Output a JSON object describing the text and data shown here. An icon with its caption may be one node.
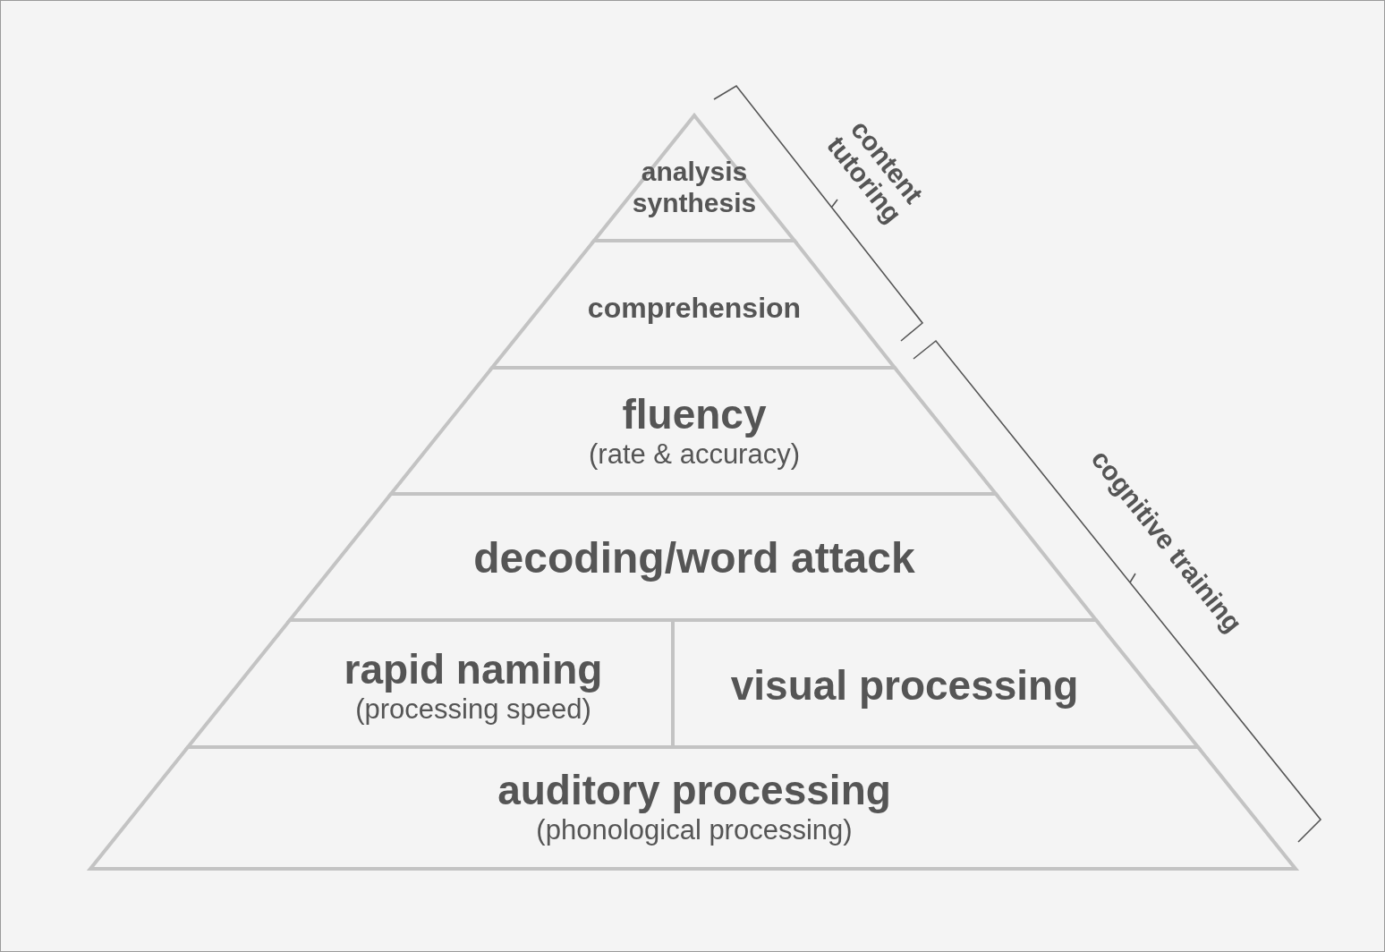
{
  "diagram": {
    "nodes": [
      {
        "text": [
          "analysis synthesis"
        ]
      },
      {
        "text": [
          "comprehension"
        ]
      },
      {
        "text": [
          "fluency",
          "(rate & accuracy)"
        ]
      },
      {
        "text": [
          "decoding/word attack"
        ]
      },
      {
        "text": [
          "rapid naming",
          "(processing speed)"
        ]
      },
      {
        "text": [
          "visual processing"
        ]
      },
      {
        "text": [
          "auditory processing",
          "(phonological processing)"
        ]
      }
    ],
    "labels": [
      "content tutoring",
      "cognitive training"
    ]
  }
}
